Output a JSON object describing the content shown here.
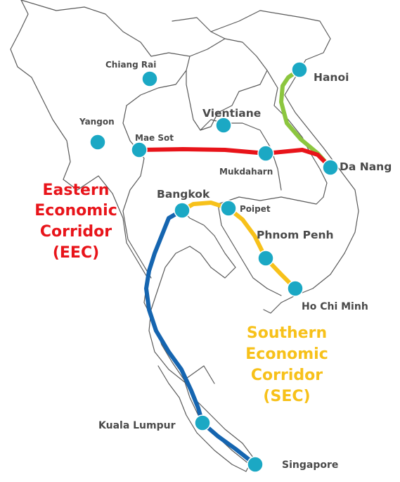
{
  "colors": {
    "eec": "#e8141a",
    "sec": "#f7c11a",
    "north": "#8cc63f",
    "west": "#1565b0",
    "city": "#1ba8c4",
    "border": "#5a5a5a"
  },
  "cities": [
    {
      "id": "chiang-rai",
      "label": "Chiang Rai"
    },
    {
      "id": "hanoi",
      "label": "Hanoi"
    },
    {
      "id": "vientiane",
      "label": "Vientiane"
    },
    {
      "id": "yangon",
      "label": "Yangon"
    },
    {
      "id": "mae-sot",
      "label": "Mae Sot"
    },
    {
      "id": "mukdaharn",
      "label": "Mukdaharn"
    },
    {
      "id": "da-nang",
      "label": "Da Nang"
    },
    {
      "id": "bangkok",
      "label": "Bangkok"
    },
    {
      "id": "poipet",
      "label": "Poipet"
    },
    {
      "id": "phnom-penh",
      "label": "Phnom Penh"
    },
    {
      "id": "ho-chi-minh",
      "label": "Ho Chi Minh"
    },
    {
      "id": "kuala-lumpur",
      "label": "Kuala Lumpur"
    },
    {
      "id": "singapore",
      "label": "Singapore"
    }
  ],
  "corridors": {
    "eec": {
      "lines": [
        "Eastern",
        "Economic",
        "Corridor",
        "(EEC)"
      ]
    },
    "sec": {
      "lines": [
        "Southern",
        "Economic",
        "Corridor",
        "(SEC)"
      ]
    }
  }
}
